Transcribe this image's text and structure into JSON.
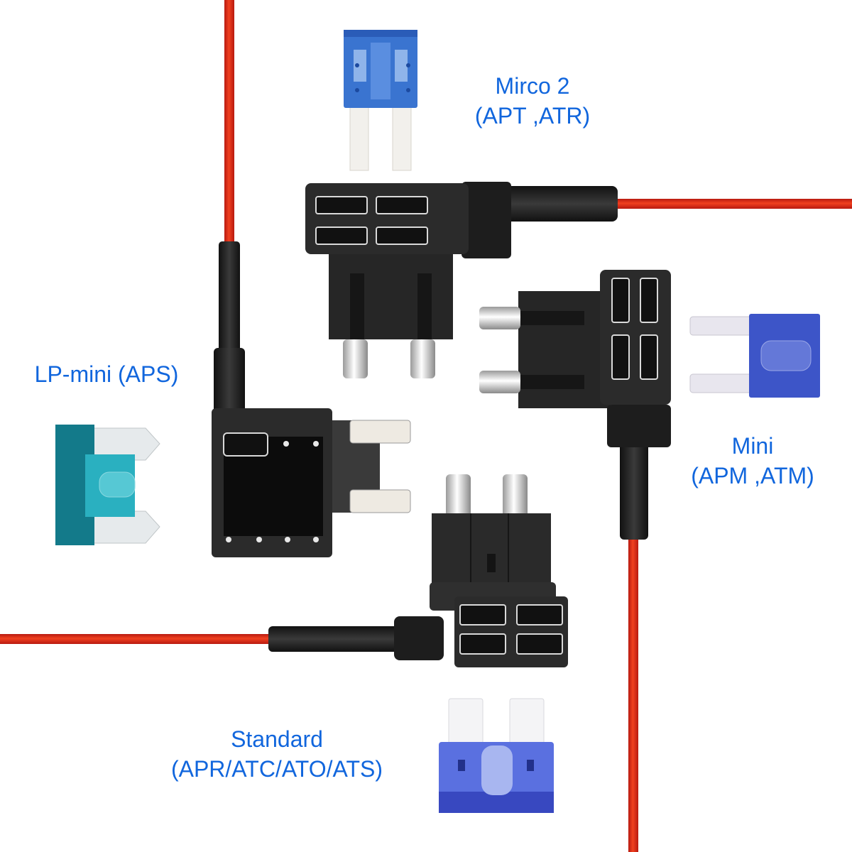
{
  "image": {
    "subject": "Add-a-circuit fuse tap adapters with compatible blade fuse types",
    "background_color": "#ffffff",
    "label_color": "#1166dd",
    "wire_color": "#e0281a",
    "holder_color": "#2a2a2a"
  },
  "labels": {
    "micro2": {
      "line1": "Mirco 2",
      "line2": "(APT ,ATR)"
    },
    "mini": {
      "line1": "Mini",
      "line2": "(APM ,ATM)"
    },
    "lp_mini": {
      "line1": "LP-mini (APS)"
    },
    "standard": {
      "line1": "Standard",
      "line2": "(APR/ATC/ATO/ATS)"
    }
  },
  "fuses": [
    {
      "type": "Micro2",
      "color": "#3a74d0"
    },
    {
      "type": "Mini",
      "color": "#3d55c8"
    },
    {
      "type": "LP-mini",
      "color": "#2ab0c0"
    },
    {
      "type": "Standard",
      "color": "#5a70e0"
    }
  ],
  "fuse_taps": [
    {
      "type": "Micro2",
      "slots": 2
    },
    {
      "type": "Mini",
      "slots": 2
    },
    {
      "type": "LP-mini",
      "slots": 2
    },
    {
      "type": "Standard",
      "slots": 2
    }
  ]
}
